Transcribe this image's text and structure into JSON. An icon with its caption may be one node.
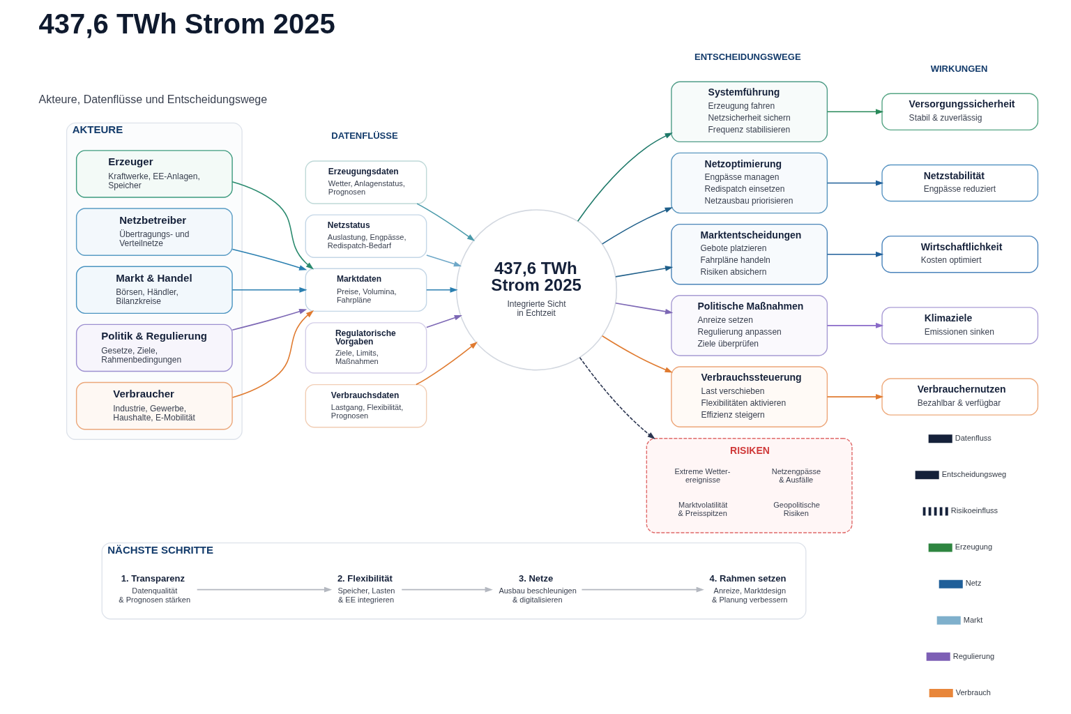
{
  "diagram": {
    "title": "437,6 TWh Strom 2025",
    "nodes": [
      {
        "text": [
          "AKTEURE"
        ]
      },
      {
        "text": [
          "Erzeuger",
          "Kraftwerke, EE-Anlagen, Speicher"
        ],
        "in": 0
      },
      {
        "text": [
          "Netzbetreiber",
          "Übertragungs- und Verteilnetze"
        ],
        "in": 0
      },
      {
        "text": [
          "Markt & Handel",
          "Börsen, Händler, Bilanzkreise"
        ],
        "in": 0
      },
      {
        "text": [
          "Politik & Regulierung",
          "Gesetze, Ziele, Rahmenbedingungen"
        ],
        "in": 0
      },
      {
        "text": [
          "Verbraucher",
          "Industrie, Gewerbe, Haushalte, E-Mobilität"
        ],
        "in": 0
      },
      {
        "text": [
          "Erzeugungsdaten",
          "Wetter, Anlagenstatus, Prognosen"
        ]
      },
      {
        "text": [
          "Netzstatus",
          "Auslastung, Engpässe, Redispatch-Bedarf"
        ]
      },
      {
        "text": [
          "Marktdaten",
          "Preise, Volumina, Fahrpläne"
        ]
      },
      {
        "text": [
          "Regulatorische Vorgaben",
          "Ziele, Limits, Maßnahmen"
        ]
      },
      {
        "text": [
          "Verbrauchsdaten",
          "Lastgang, Flexibilität, Prognosen"
        ]
      },
      {
        "text": [
          "437,6 TWh Strom 2025",
          "Integrierte Sicht in Echtzeit"
        ]
      },
      {
        "text": [
          "Systemführung",
          "Erzeugung fahren",
          "Netzsicherheit sichern",
          "Frequenz stabilisieren"
        ]
      },
      {
        "text": [
          "Netzoptimierung",
          "Engpässe managen",
          "Redispatch einsetzen",
          "Netzausbau priorisieren"
        ]
      },
      {
        "text": [
          "Marktentscheidungen",
          "Gebote platzieren",
          "Fahrpläne handeln",
          "Risiken absichern"
        ]
      },
      {
        "text": [
          "Politische Maßnahmen",
          "Anreize setzen",
          "Regulierung anpassen",
          "Ziele überprüfen"
        ]
      },
      {
        "text": [
          "Verbrauchssteuerung",
          "Last verschieben",
          "Flexibilitäten aktivieren",
          "Effizienz steigern"
        ]
      },
      {
        "text": [
          "Versorgungssicherheit",
          "Stabil & zuverlässig"
        ]
      },
      {
        "text": [
          "Netzstabilität",
          "Engpässe reduziert"
        ]
      },
      {
        "text": [
          "Wirtschaftlichkeit",
          "Kosten optimiert"
        ]
      },
      {
        "text": [
          "Klimaziele",
          "Emissionen sinken"
        ]
      },
      {
        "text": [
          "Verbrauchernutzen",
          "Bezahlbar & verfügbar"
        ]
      },
      {
        "text": [
          "RISIKEN",
          "Extreme Wetter- ereignisse",
          "Netzengpässe & Ausfälle",
          "Marktvolatilität & Preisspitzen",
          "Geopolitische Risiken"
        ]
      },
      {
        "text": [
          "NÄCHSTE SCHRITTE"
        ]
      },
      {
        "text": [
          "1. Transparenz",
          "Datenqualität & Prognosen stärken"
        ],
        "in": 23
      },
      {
        "text": [
          "2. Flexibilität",
          "Speicher, Lasten & EE integrieren"
        ],
        "in": 23
      },
      {
        "text": [
          "3. Netze",
          "Ausbau beschleunigen & digitalisieren"
        ],
        "in": 23
      },
      {
        "text": [
          "4. Rahmen setzen",
          "Anreize, Marktdesign & Planung verbessern"
        ],
        "in": 23
      }
    ],
    "edges": [
      {
        "from": 1,
        "to": 8,
        "arrow": "to",
        "color": "#2a8a6e"
      },
      {
        "from": 2,
        "to": 8,
        "arrow": "to",
        "color": "#2a7fb0"
      },
      {
        "from": 3,
        "to": 8,
        "arrow": "to",
        "color": "#2a7fb0"
      },
      {
        "from": 4,
        "to": 8,
        "arrow": "to",
        "color": "#7d68b5"
      },
      {
        "from": 5,
        "to": 8,
        "arrow": "to",
        "color": "#e07b30"
      },
      {
        "from": 6,
        "to": 11,
        "arrow": "to",
        "color": "#4a9aaa"
      },
      {
        "from": 7,
        "to": 11,
        "arrow": "to",
        "color": "#6fa8c8"
      },
      {
        "from": 8,
        "to": 11,
        "arrow": "to",
        "color": "#2a7fb0"
      },
      {
        "from": 9,
        "to": 11,
        "arrow": "to",
        "color": "#7d68b5"
      },
      {
        "from": 10,
        "to": 11,
        "arrow": "to",
        "color": "#e07b30"
      },
      {
        "from": 11,
        "to": 12,
        "arrow": "to",
        "color": "#1f7a6a"
      },
      {
        "from": 11,
        "to": 13,
        "arrow": "to",
        "color": "#1f5f8a"
      },
      {
        "from": 11,
        "to": 14,
        "arrow": "to",
        "color": "#1f5f8a"
      },
      {
        "from": 11,
        "to": 15,
        "arrow": "to",
        "color": "#7d68b5"
      },
      {
        "from": 11,
        "to": 16,
        "arrow": "to",
        "color": "#e07b30"
      },
      {
        "from": 12,
        "to": 17,
        "arrow": "to",
        "color": "#2a8a5a"
      },
      {
        "from": 13,
        "to": 18,
        "arrow": "to",
        "color": "#1f5f99"
      },
      {
        "from": 14,
        "to": 19,
        "arrow": "to",
        "color": "#1f5f99"
      },
      {
        "from": 15,
        "to": 20,
        "arrow": "to",
        "color": "#8a6ac8"
      },
      {
        "from": 16,
        "to": 21,
        "arrow": "to",
        "color": "#e07b30"
      },
      {
        "from": 11,
        "to": 22,
        "arrow": "to",
        "style": "dashed",
        "color": "#2b3550"
      },
      {
        "from": 24,
        "to": 25,
        "arrow": "to",
        "color": "#b4b8c0"
      },
      {
        "from": 25,
        "to": 26,
        "arrow": "to",
        "color": "#b4b8c0"
      },
      {
        "from": 26,
        "to": 27,
        "arrow": "to",
        "color": "#b4b8c0"
      }
    ],
    "labels": [
      "Akteure, Datenflüsse und Entscheidungswege",
      "DATENFLÜSSE",
      "ENTSCHEIDUNGSWEGE",
      "WIRKUNGEN"
    ],
    "legend": [
      {
        "text": "Datenfluss"
      },
      {
        "text": "Entscheidungsweg"
      },
      {
        "text": "Risikoeinfluss"
      },
      {
        "text": "Erzeugung",
        "color": "#2e8540"
      },
      {
        "text": "Netz",
        "color": "#1f5f99"
      },
      {
        "text": "Markt",
        "color": "#7fb0cc"
      },
      {
        "text": "Regulierung",
        "color": "#7d5fb5"
      },
      {
        "text": "Verbrauch",
        "color": "#e8863a"
      }
    ]
  }
}
